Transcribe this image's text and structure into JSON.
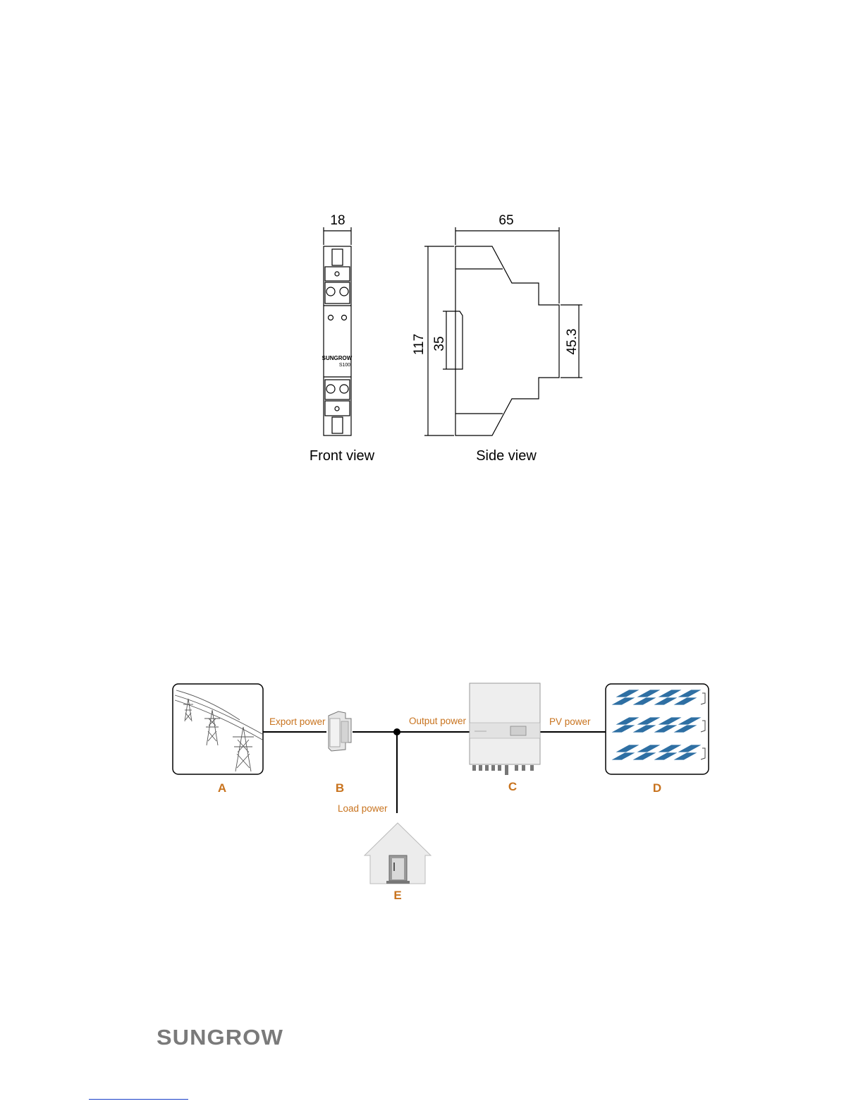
{
  "dimension_drawing": {
    "front_width": "18",
    "side_depth": "65",
    "overall_height": "117",
    "rail_width": "35",
    "front_depth": "45.3",
    "front_view_label": "Front view",
    "side_view_label": "Side view",
    "meter_brand": "SUNGROW",
    "meter_model": "S100"
  },
  "system_diagram": {
    "export_power": "Export power",
    "output_power": "Output power",
    "pv_power": "PV power",
    "load_power": "Load power",
    "label_a": "A",
    "label_b": "B",
    "label_c": "C",
    "label_d": "D",
    "label_e": "E"
  },
  "footer": {
    "logo": "SUNGROW"
  },
  "colors": {
    "accent": "#c8731e",
    "panel_blue": "#2e6fa3",
    "logo_gray": "#7a7a7a"
  }
}
